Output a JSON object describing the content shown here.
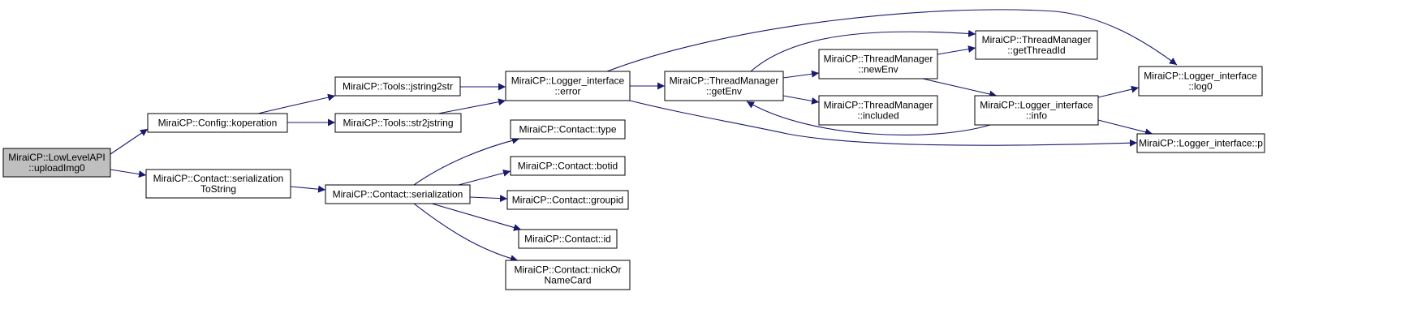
{
  "graph": {
    "nodes": [
      {
        "id": "n1",
        "lines": [
          "MiraiCP::LowLevelAPI",
          "::uploadImg0"
        ],
        "root": true
      },
      {
        "id": "n2",
        "lines": [
          "MiraiCP::Config::koperation"
        ]
      },
      {
        "id": "n3",
        "lines": [
          "MiraiCP::Contact::serialization",
          "ToString"
        ]
      },
      {
        "id": "n4",
        "lines": [
          "MiraiCP::Tools::jstring2str"
        ]
      },
      {
        "id": "n5",
        "lines": [
          "MiraiCP::Tools::str2jstring"
        ]
      },
      {
        "id": "n6",
        "lines": [
          "MiraiCP::Contact::serialization"
        ]
      },
      {
        "id": "n7",
        "lines": [
          "MiraiCP::Logger_interface",
          "::error"
        ]
      },
      {
        "id": "n8",
        "lines": [
          "MiraiCP::Contact::type"
        ]
      },
      {
        "id": "n9",
        "lines": [
          "MiraiCP::Contact::botid"
        ]
      },
      {
        "id": "n10",
        "lines": [
          "MiraiCP::Contact::groupid"
        ]
      },
      {
        "id": "n11",
        "lines": [
          "MiraiCP::Contact::id"
        ]
      },
      {
        "id": "n12",
        "lines": [
          "MiraiCP::Contact::nickOr",
          "NameCard"
        ]
      },
      {
        "id": "n13",
        "lines": [
          "MiraiCP::ThreadManager",
          "::getEnv"
        ]
      },
      {
        "id": "n14",
        "lines": [
          "MiraiCP::ThreadManager",
          "::newEnv"
        ]
      },
      {
        "id": "n15",
        "lines": [
          "MiraiCP::ThreadManager",
          "::included"
        ]
      },
      {
        "id": "n16",
        "lines": [
          "MiraiCP::ThreadManager",
          "::getThreadId"
        ]
      },
      {
        "id": "n17",
        "lines": [
          "MiraiCP::Logger_interface",
          "::info"
        ]
      },
      {
        "id": "n18",
        "lines": [
          "MiraiCP::Logger_interface",
          "::log0"
        ]
      },
      {
        "id": "n19",
        "lines": [
          "MiraiCP::Logger_interface::p"
        ]
      }
    ],
    "edges": [
      {
        "from": "n1",
        "to": "n2"
      },
      {
        "from": "n1",
        "to": "n3"
      },
      {
        "from": "n2",
        "to": "n4"
      },
      {
        "from": "n2",
        "to": "n5"
      },
      {
        "from": "n3",
        "to": "n6"
      },
      {
        "from": "n4",
        "to": "n7"
      },
      {
        "from": "n5",
        "to": "n7"
      },
      {
        "from": "n6",
        "to": "n8"
      },
      {
        "from": "n6",
        "to": "n9"
      },
      {
        "from": "n6",
        "to": "n10"
      },
      {
        "from": "n6",
        "to": "n11"
      },
      {
        "from": "n6",
        "to": "n12"
      },
      {
        "from": "n7",
        "to": "n13"
      },
      {
        "from": "n7",
        "to": "n18"
      },
      {
        "from": "n7",
        "to": "n19"
      },
      {
        "from": "n13",
        "to": "n16"
      },
      {
        "from": "n13",
        "to": "n14"
      },
      {
        "from": "n13",
        "to": "n15"
      },
      {
        "from": "n14",
        "to": "n16"
      },
      {
        "from": "n14",
        "to": "n17"
      },
      {
        "from": "n17",
        "to": "n13"
      },
      {
        "from": "n17",
        "to": "n18"
      },
      {
        "from": "n17",
        "to": "n19"
      }
    ]
  },
  "colors": {
    "edge": "#191970",
    "root_fill": "#bfbfbf",
    "node_fill": "#ffffff",
    "node_stroke": "#000000"
  }
}
